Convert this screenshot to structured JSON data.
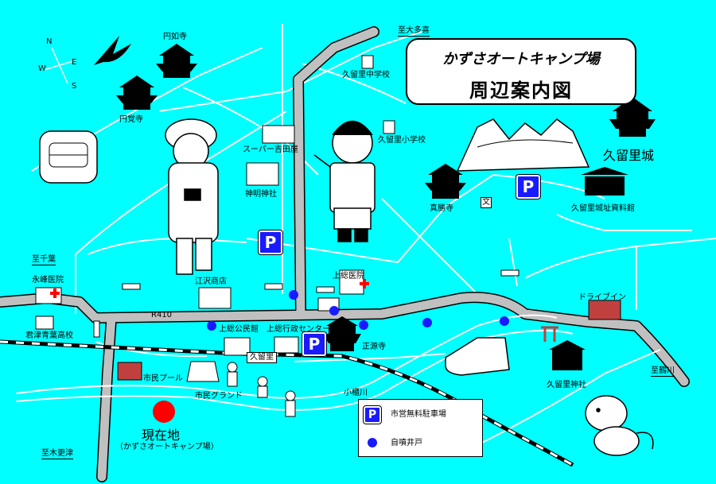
{
  "title": {
    "line1": "かずさオートキャンプ場",
    "line2": "周辺案内図"
  },
  "compass": {
    "n": "N",
    "e": "E",
    "s": "S",
    "w": "W"
  },
  "route_label": "R410",
  "labels": {
    "to_tatakino": "至大多喜",
    "enjoji": "円如寺",
    "enkakuji": "円覚寺",
    "kurimiddle": "久留里中学校",
    "kuriprimary": "久留里小学校",
    "supermarket": "スーパー吉田屋",
    "shinmei": "神明神社",
    "shinshoji": "真勝寺",
    "kururi_castle": "久留里城",
    "castle_museum": "久留里城址資料館",
    "to_chiba": "至千葉",
    "nagamine_clinic": "永峰医院",
    "kimitsu_school": "君津青葉高校",
    "esawa_store": "江沢商店",
    "joso_clinic": "上総医院",
    "drivein": "ドライブイン",
    "joso_hall": "上総公民館",
    "joso_center": "上総行政センター",
    "shogenji": "正源寺",
    "kururi_station": "久留里",
    "to_tsurukawa": "至鶴川",
    "city_pool": "市民プール",
    "city_ground": "市民グランド",
    "koito_river": "小櫃川",
    "kururi_shrine": "久留里神社",
    "here": "現在地",
    "here_sub": "（かずさオートキャンプ場）",
    "to_kisarazu": "至木更津",
    "school_mark": "文"
  },
  "legend": {
    "parking_symbol": "P",
    "parking_label": "市営無料駐車場",
    "well_label": "自噴井戸"
  },
  "colors": {
    "water": "#00ffff",
    "road": "#c0c0c0",
    "parking": "#1a1aff",
    "well": "#1a1aff",
    "current_location": "#ff0000"
  },
  "icons": [
    "swallow-icon",
    "backpack-icon",
    "hiker-girl-icon",
    "boy-icon",
    "mountain-icon",
    "shoe-icon",
    "dog-icon",
    "temple-icon",
    "traffic-light-icon",
    "torii-icon"
  ]
}
